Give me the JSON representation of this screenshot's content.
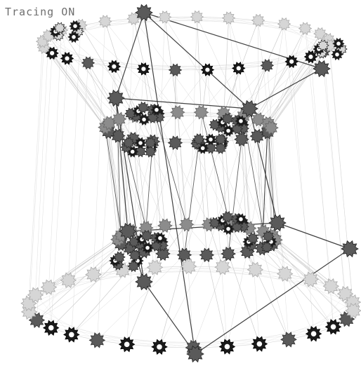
{
  "status": {
    "tracing_label": "Tracing ON"
  },
  "colors": {
    "background": "#ffffff",
    "edge_light": "#c8c8c8",
    "edge_dark": "#202020",
    "node_dark": "#5a5a5a",
    "node_black": "#1a1a1a",
    "node_light": "#d6d6d6",
    "status_text": "#6e6e6e"
  },
  "graph": {
    "description_shape": "3D network of four stacked node rings",
    "node_glyph": "star-gear"
  }
}
